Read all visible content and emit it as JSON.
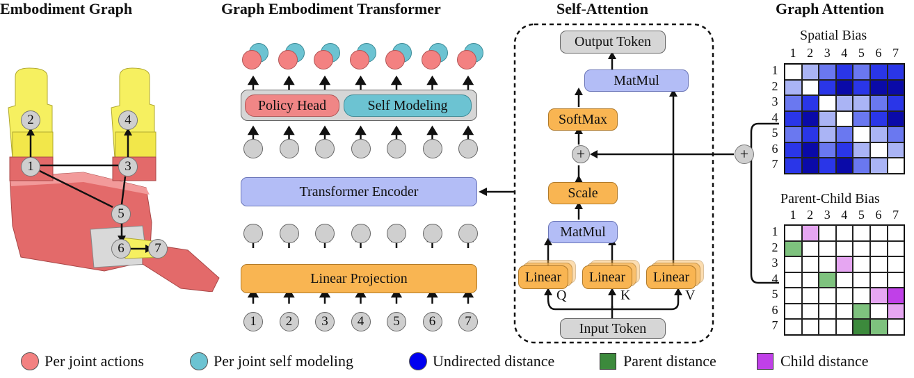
{
  "titles": {
    "embodiment_graph": "Embodiment Graph",
    "transformer": "Graph Embodiment Transformer",
    "self_attention": "Self-Attention",
    "graph_attention": "Graph Attention"
  },
  "embodiment_nodes": [
    "1",
    "2",
    "3",
    "4",
    "5",
    "6",
    "7"
  ],
  "transformer": {
    "policy_head": "Policy Head",
    "self_modeling": "Self Modeling",
    "encoder": "Transformer Encoder",
    "projection": "Linear Projection",
    "input_tokens": [
      "1",
      "2",
      "3",
      "4",
      "5",
      "6",
      "7"
    ]
  },
  "self_attention": {
    "output_token": "Output Token",
    "matmul_top": "MatMul",
    "softmax": "SoftMax",
    "plus": "+",
    "scale": "Scale",
    "matmul_bottom": "MatMul",
    "linear_q": "Linear",
    "linear_k": "Linear",
    "linear_v": "Linear",
    "q": "Q",
    "k": "K",
    "v": "V",
    "input_token": "Input Token"
  },
  "graph_attention": {
    "plus": "+",
    "spatial_title": "Spatial Bias",
    "parent_title": "Parent-Child Bias",
    "labels": [
      "1",
      "2",
      "3",
      "4",
      "5",
      "6",
      "7"
    ],
    "spatial_distance": [
      [
        0,
        1,
        2,
        3,
        2,
        3,
        3
      ],
      [
        1,
        0,
        3,
        4,
        3,
        4,
        4
      ],
      [
        2,
        3,
        0,
        1,
        1,
        2,
        3
      ],
      [
        3,
        4,
        1,
        0,
        2,
        3,
        4
      ],
      [
        2,
        3,
        1,
        2,
        0,
        1,
        2
      ],
      [
        3,
        4,
        2,
        3,
        1,
        0,
        1
      ],
      [
        3,
        4,
        3,
        4,
        2,
        1,
        0
      ]
    ],
    "parent_child": [
      [
        0,
        "c",
        0,
        0,
        0,
        0,
        0
      ],
      [
        1,
        0,
        0,
        0,
        0,
        0,
        0
      ],
      [
        0,
        0,
        0,
        "c",
        0,
        0,
        0
      ],
      [
        0,
        0,
        1,
        0,
        0,
        0,
        0
      ],
      [
        0,
        0,
        0,
        0,
        0,
        "c",
        "C"
      ],
      [
        0,
        0,
        0,
        0,
        1,
        0,
        "c"
      ],
      [
        0,
        0,
        0,
        0,
        2,
        1,
        0
      ]
    ]
  },
  "legend": {
    "actions": "Per joint actions",
    "self_modeling": "Per joint self modeling",
    "undirected": "Undirected distance",
    "parent": "Parent distance",
    "child": "Child distance"
  },
  "colors": {
    "action_red": "#f38181",
    "self_model_teal": "#6cc3d2",
    "undirected_blue": "#0000f0",
    "parent_green": "#3c8a3c",
    "child_purple": "#c040e8",
    "orange_block": "#f9b552",
    "blue_block": "#b3bdf6"
  }
}
